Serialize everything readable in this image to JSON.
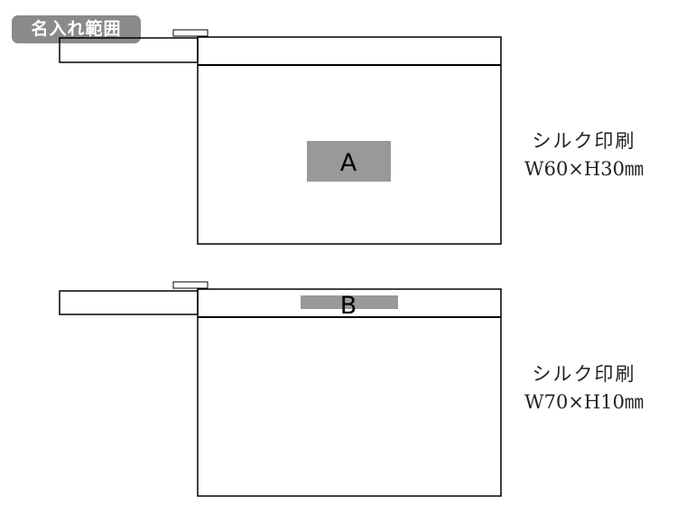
{
  "badge": {
    "label": "名入れ範囲"
  },
  "pouch_a": {
    "area_label": "A",
    "print_method": "シルク印刷",
    "print_size": "W60×H30㎜"
  },
  "pouch_b": {
    "area_label": "B",
    "print_method": "シルク印刷",
    "print_size": "W70×H10㎜"
  },
  "colors": {
    "outline": "#000000",
    "print_area": "#999999",
    "badge_bg": "#8a8a8a"
  }
}
